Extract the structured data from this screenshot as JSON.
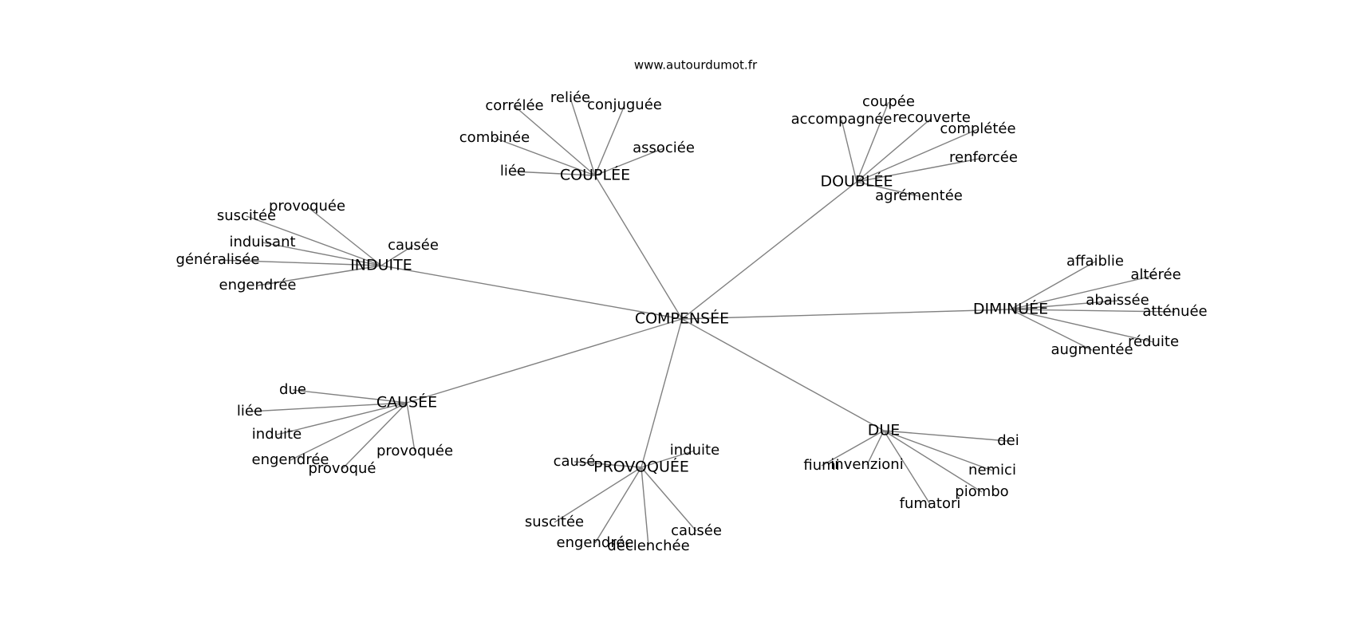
{
  "source": "www.autourdumot.fr",
  "center": {
    "id": "compensee",
    "label": "COMPENSÉE"
  },
  "clusters": [
    {
      "id": "couplee",
      "label": "COUPLÉE",
      "children": [
        "corrélée",
        "reliée",
        "conjuguée",
        "combinée",
        "associée",
        "liée"
      ]
    },
    {
      "id": "doublee",
      "label": "DOUBLÉE",
      "children": [
        "coupée",
        "accompagnée",
        "recouverte",
        "complétée",
        "renforcée",
        "agrémentée"
      ]
    },
    {
      "id": "induite",
      "label": "INDUITE",
      "children": [
        "provoquée",
        "suscitée",
        "induisant",
        "causée",
        "généralisée",
        "engendrée"
      ]
    },
    {
      "id": "diminuee",
      "label": "DIMINUÉE",
      "children": [
        "affaiblie",
        "altérée",
        "abaissée",
        "atténuée",
        "réduite",
        "augmentée"
      ]
    },
    {
      "id": "causee",
      "label": "CAUSÉE",
      "children": [
        "due",
        "liée",
        "induite",
        "engendrée",
        "provoquée",
        "provoqué"
      ]
    },
    {
      "id": "provoquee",
      "label": "PROVOQUÉE",
      "children": [
        "causé",
        "induite",
        "suscitée",
        "engendrée",
        "déclenchée",
        "causée"
      ]
    },
    {
      "id": "due",
      "label": "DUE",
      "children": [
        "dei",
        "fiumi",
        "invenzioni",
        "nemici",
        "piombo",
        "fumatori"
      ]
    }
  ]
}
